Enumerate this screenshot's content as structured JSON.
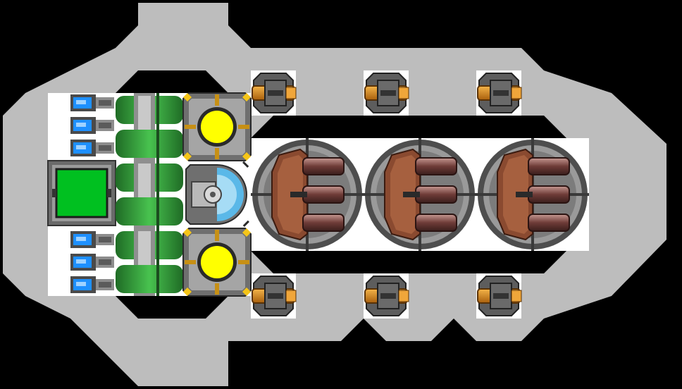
{
  "ship": {
    "hull_color": "#bdbdbd",
    "interior_color": "#ffffff",
    "space_color": "#000000"
  },
  "modules": {
    "battery_cells": {
      "icon": "battery-icon",
      "count": 6,
      "color": "#1e90ff"
    },
    "cockpit": {
      "icon": "cockpit-icon",
      "color": "#00c020"
    },
    "fuel_tanks": {
      "icon": "fuel-tank-icon",
      "count": 6,
      "color": "#2fa63a"
    },
    "reactors": {
      "icon": "reactor-core-icon",
      "count": 2,
      "color": "#ffff00"
    },
    "shield_generator": {
      "icon": "shield-generator-icon",
      "color": "#5ab8e8"
    },
    "missile_launchers": {
      "icon": "missile-launcher-icon",
      "count": 3,
      "color": "#8a4a30"
    },
    "thrusters": {
      "icon": "thruster-icon",
      "count": 6,
      "color": "#e0901c"
    }
  }
}
